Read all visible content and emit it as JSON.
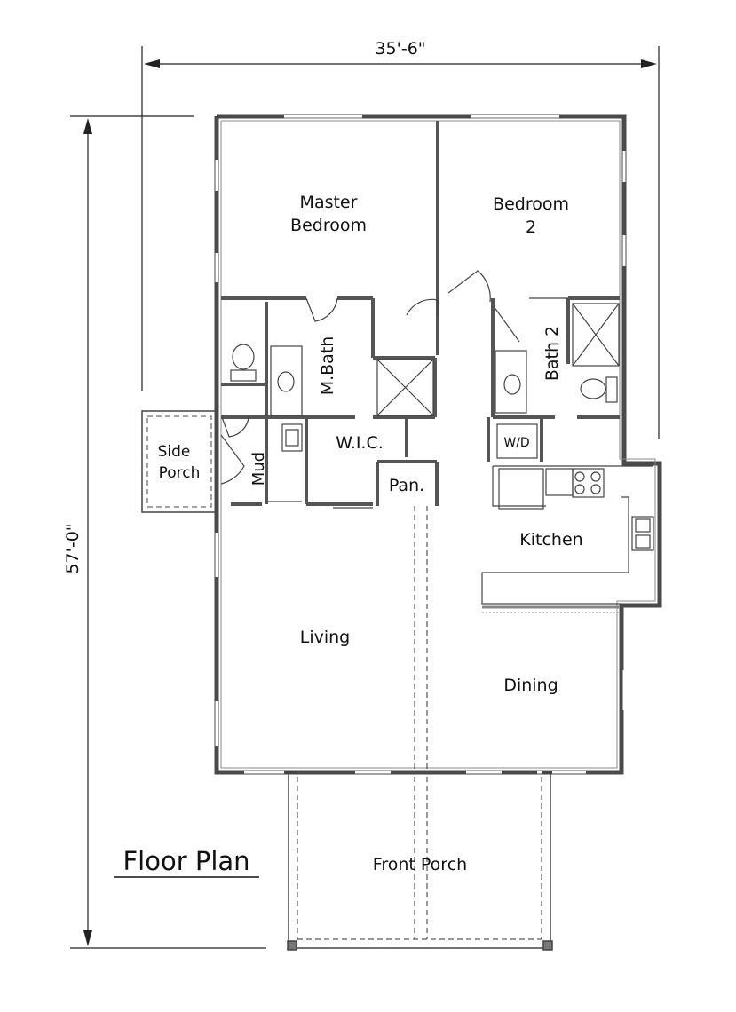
{
  "title": "Floor Plan",
  "dimensions": {
    "width": "35'-6\"",
    "height": "57'-0\""
  },
  "rooms": {
    "master_bedroom": [
      "Master",
      "Bedroom"
    ],
    "bedroom_2": [
      "Bedroom",
      "2"
    ],
    "master_bath": "M.Bath",
    "bath_2": "Bath 2",
    "wic": "W.I.C.",
    "wd": "W/D",
    "side_porch": [
      "Side",
      "Porch"
    ],
    "mud": "Mud",
    "pantry": "Pan.",
    "kitchen": "Kitchen",
    "living": "Living",
    "dining": "Dining",
    "front_porch": "Front Porch"
  },
  "colors": {
    "wall": "#555555",
    "line": "#222222",
    "window": "#cfcfcf"
  }
}
